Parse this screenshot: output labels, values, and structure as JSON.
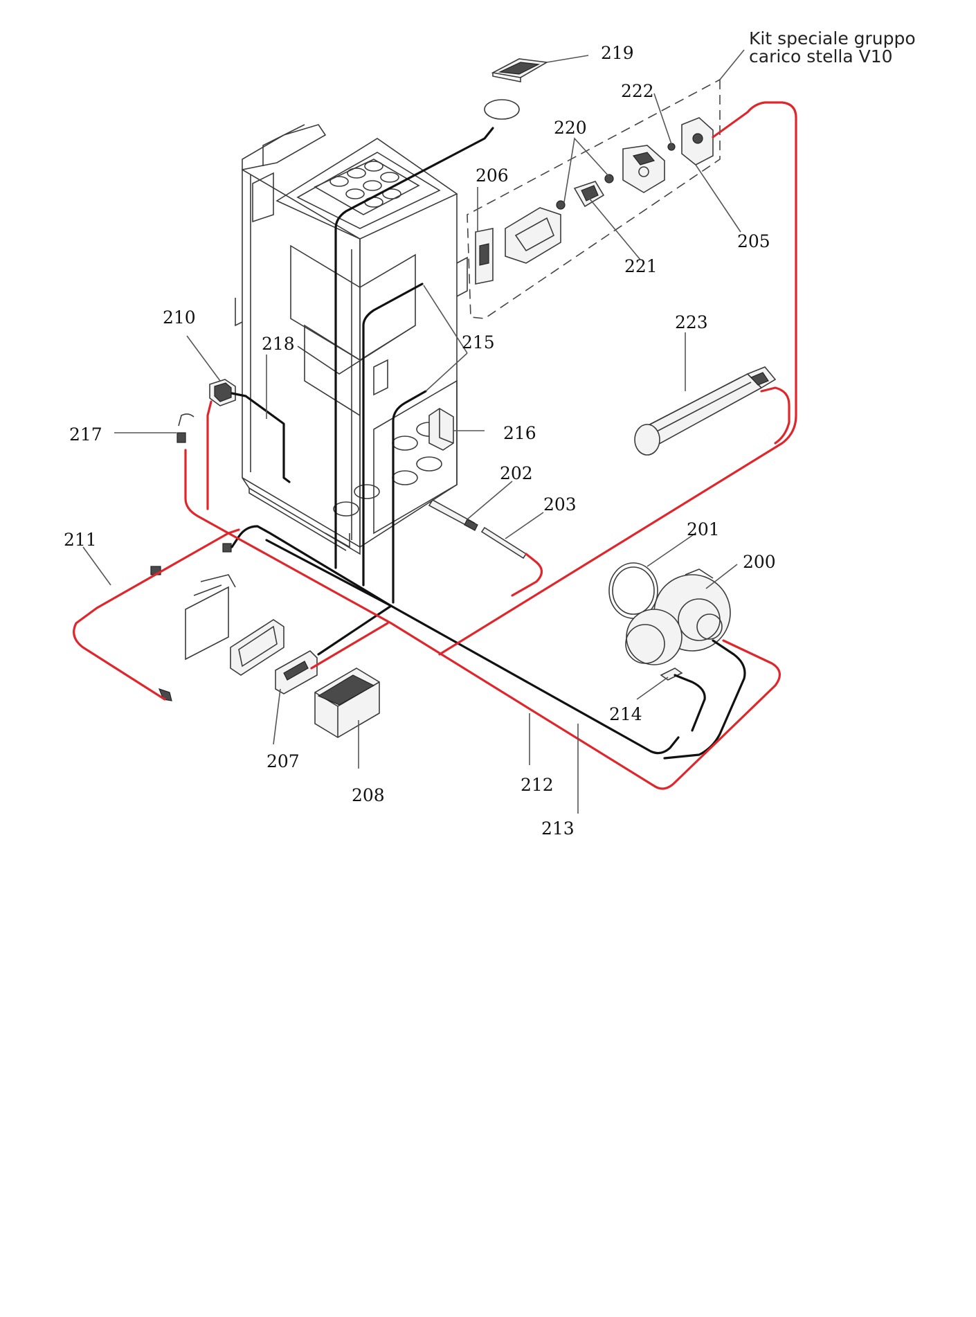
{
  "kit_label": {
    "line1": "Kit speciale gruppo",
    "line2": "carico stella V10"
  },
  "parts": {
    "p200": "200",
    "p201": "201",
    "p202": "202",
    "p203": "203",
    "p205": "205",
    "p206": "206",
    "p207": "207",
    "p208": "208",
    "p210": "210",
    "p211": "211",
    "p212": "212",
    "p213": "213",
    "p214": "214",
    "p215": "215",
    "p216": "216",
    "p217": "217",
    "p218": "218",
    "p219": "219",
    "p220": "220",
    "p221": "221",
    "p222": "222",
    "p223": "223"
  },
  "colors": {
    "power_wire": "#e0262b",
    "signal_wire": "#111111"
  }
}
